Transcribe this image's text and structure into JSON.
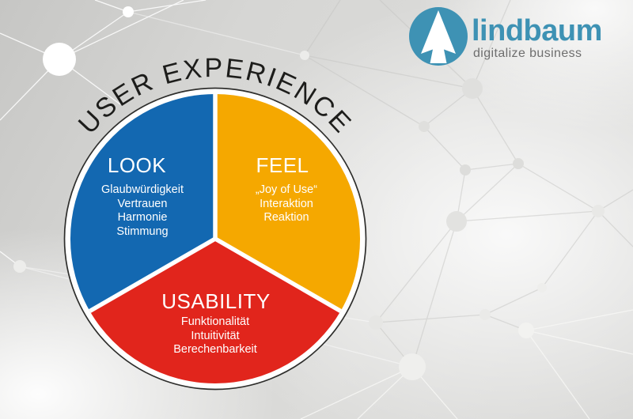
{
  "logo": {
    "brand": "lindbaum",
    "tagline": "digitalize business",
    "icon": "fir-tree-icon",
    "brand_color": "#3e92b4",
    "tagline_color": "#6e6e6e"
  },
  "diagram": {
    "title": "USER EXPERIENCE",
    "title_color": "#1d1d1b",
    "outline_color": "#2e2e2c",
    "divider_color": "#ffffff",
    "segments": [
      {
        "id": "look",
        "label": "LOOK",
        "color": "#1368b1",
        "items": [
          "Glaubwürdigkeit",
          "Vertrauen",
          "Harmonie",
          "Stimmung"
        ]
      },
      {
        "id": "feel",
        "label": "FEEL",
        "color": "#f5a800",
        "items": [
          "„Joy of Use“",
          "Interaktion",
          "Reaktion"
        ]
      },
      {
        "id": "usability",
        "label": "USABILITY",
        "color": "#e1251c",
        "items": [
          "Funktionalität",
          "Intuitivität",
          "Berechenbarkeit"
        ]
      }
    ]
  }
}
